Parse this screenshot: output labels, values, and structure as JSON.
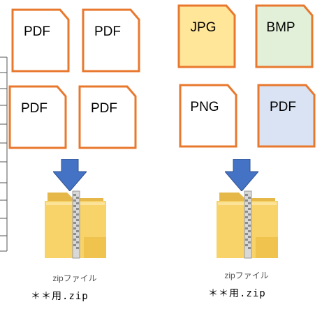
{
  "colors": {
    "outline": "#E8782E",
    "blue_fill": "#DAE3F3",
    "yellow_fill": "#FFE699",
    "green_fill": "#E2F0D9",
    "white_fill": "#FFFFFF",
    "arrow": "#4472C4"
  },
  "left_group": {
    "files": [
      {
        "label": "PDF",
        "fill": "#FFFFFF"
      },
      {
        "label": "PDF",
        "fill": "#FFFFFF"
      },
      {
        "label": "PDF",
        "fill": "#FFFFFF"
      },
      {
        "label": "PDF",
        "fill": "#FFFFFF"
      }
    ],
    "arrow_icon": "down-arrow-icon",
    "folder_icon": "zip-folder-icon",
    "folder_caption": "zipファイル",
    "zip_name": "＊＊用.zip"
  },
  "right_group": {
    "files": [
      {
        "label": "JPG",
        "fill": "#FFE699"
      },
      {
        "label": "BMP",
        "fill": "#E2F0D9"
      },
      {
        "label": "PNG",
        "fill": "#FFFFFF"
      },
      {
        "label": "PDF",
        "fill": "#DAE3F3"
      }
    ],
    "arrow_icon": "down-arrow-icon",
    "folder_icon": "zip-folder-icon",
    "folder_caption": "zipファイル",
    "zip_name": "＊＊用.zip"
  }
}
